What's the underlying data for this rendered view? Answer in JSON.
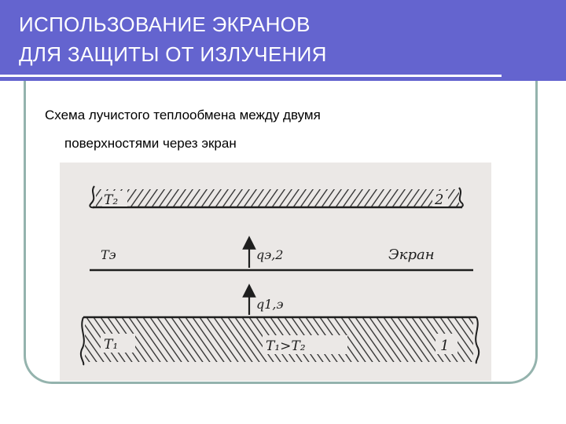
{
  "title": {
    "line1": "ИСПОЛЬЗОВАНИЕ ЭКРАНОВ",
    "line2": "ДЛЯ ЗАЩИТЫ ОТ ИЗЛУЧЕНИЯ"
  },
  "subtitle": {
    "line1": "Схема лучистого теплообмена между двумя",
    "line2": "поверхностями через экран"
  },
  "diagram": {
    "top_surface": {
      "temp": "T₂",
      "number": "2"
    },
    "screen": {
      "temp": "Tэ",
      "flux": "qэ,2",
      "name": "Экран"
    },
    "lower_flux": "q1,э",
    "bottom_surface": {
      "temp": "T₁",
      "relation": "T₁>T₂",
      "number": "1"
    }
  },
  "colors": {
    "header": "#6464cf",
    "frame": "#94b3ad",
    "photo_bg": "#ebe8e6"
  }
}
